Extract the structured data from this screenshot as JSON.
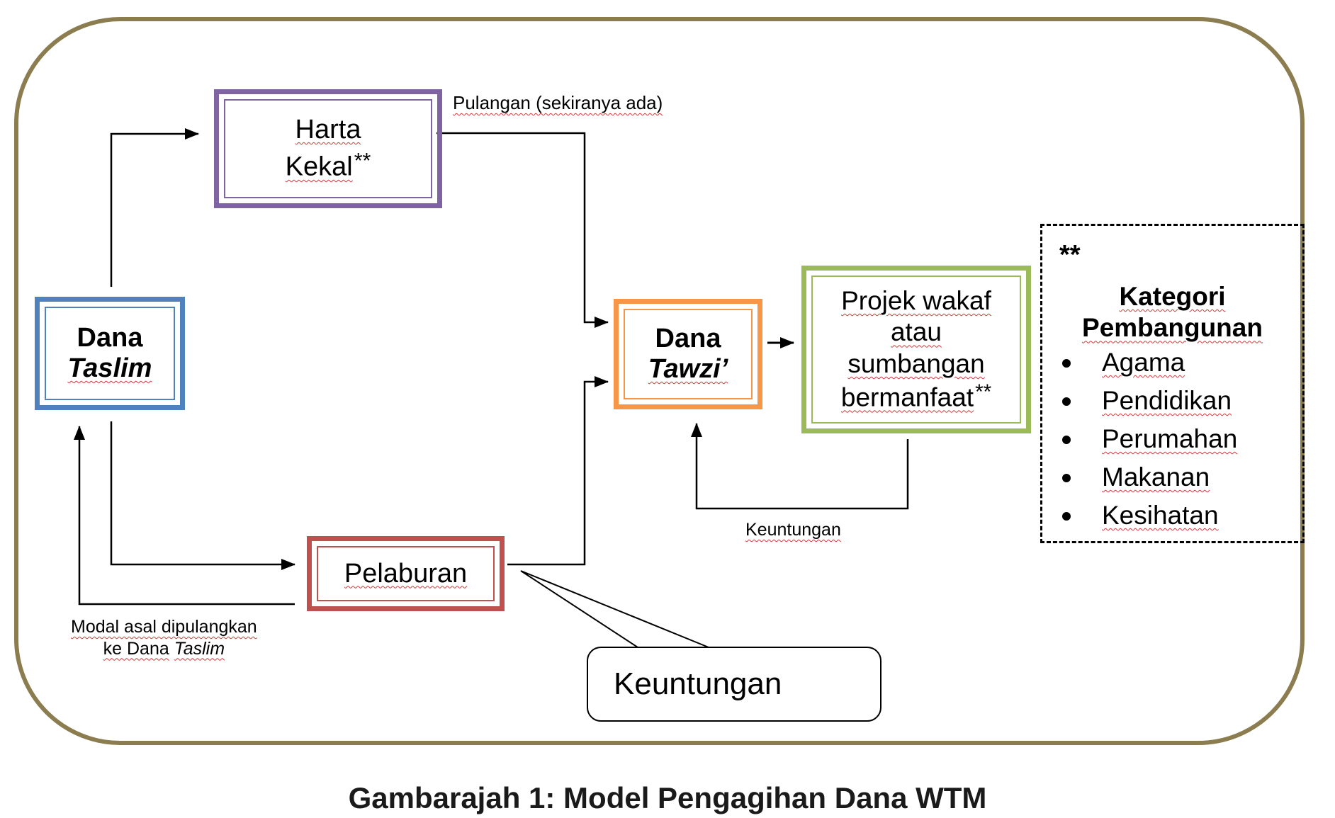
{
  "boxes": {
    "taslim": {
      "line1": "Dana",
      "line2": "Taslim"
    },
    "harta": {
      "line1": "Harta",
      "line2": "Kekal",
      "mark": "**"
    },
    "pelaburan": {
      "label": "Pelaburan"
    },
    "tawzi": {
      "line1": "Dana",
      "line2": "Tawzi’"
    },
    "projek": {
      "line1": "Projek wakaf",
      "line2": "atau",
      "line3": "sumbangan",
      "line4": "bermanfaat",
      "mark": "**"
    }
  },
  "labels": {
    "pulangan": "Pulangan (sekiranya ada)",
    "keuntungan_small": "Keuntungan",
    "modal_line1": "Modal asal dipulangkan",
    "modal_line2_prefix": "ke Dana",
    "modal_line2_italic": "Taslim"
  },
  "callout": {
    "text": "Keuntungan"
  },
  "kategori": {
    "mark": "**",
    "title_line1": "Kategori",
    "title_line2": "Pembangunan",
    "items": [
      "Agama",
      "Pendidikan",
      "Perumahan",
      "Makanan",
      "Kesihatan"
    ]
  },
  "caption": "Gambarajah 1: Model Pengagihan Dana WTM",
  "colors": {
    "frame": "#8b7d4f",
    "taslim": "#4f81bd",
    "harta": "#8064a2",
    "pelaburan": "#c0504d",
    "tawzi": "#f79646",
    "projek": "#9bbb59"
  }
}
